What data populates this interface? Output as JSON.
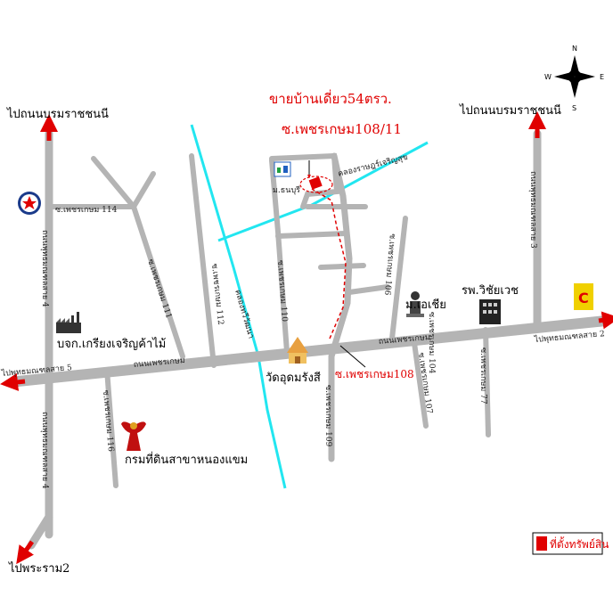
{
  "title_line1": "ขายบ้านเดี่ยว54ตรว.",
  "title_line2": "ซ.เพชรเกษม108/11",
  "labels": {
    "top_left_dest": "ไปถนนบรมราชชนนี",
    "top_right_dest": "ไปถนนบรมราชชนนี",
    "left_dest": "ไปพุทธมณฑลสาย 5",
    "right_dest": "ไปพุทธมณฑลสาย 2",
    "bottom_left_dest": "ไปพระราม2",
    "soi_114": "ซ.เพชรเกษม 114",
    "main_road_left": "ถนนเพชรเกษม",
    "main_road_right": "ถนนเพชรเกษม",
    "company": "บจก.เกรียงเจริญค้าไม้",
    "land_office": "กรมที่ดินสาขาหนองแขม",
    "temple": "วัดอุดมรังสี",
    "soi_108": "ซ.เพชรเกษม108",
    "village": "ม.ธนบุรี",
    "canal_top": "คลองราษฎร์เจริญสุข",
    "asia": "ม.เอเชีย",
    "hospital": "รพ.วิชัยเวช",
    "legend": "ที่ตั้งทรัพย์สิน"
  },
  "road_labels_vertical": {
    "putt4": "ถนนพุทธมณฑลสาย 4",
    "putt3": "ถนนพุทธมณฑลสาย 3",
    "soi_111": "ซ.เพชรเกษม 111",
    "soi_112": "ซ.เพชรเกษม 112",
    "canal": "คลองทวีวัฒนา",
    "soi_110": "ซ.เพชรเกษม 110",
    "soi_106": "ซ.เพชรเกษม 106",
    "soi_109": "ซ.เพชรเกษม 109",
    "soi_116": "ซ.เพชรเกษม 116",
    "soi_107": "ซ.เพชรเกษม 107",
    "soi_104": "ซ.เพชรเกษม 104",
    "soi_77": "ซ.เพชรเกษม 77"
  },
  "compass": {
    "n": "N",
    "s": "S",
    "e": "E",
    "w": "W"
  },
  "colors": {
    "road": "#b4b4b4",
    "canal": "#22e6f0",
    "arrow_red": "#e00000",
    "title_red": "#e00000",
    "property": "#e00000"
  }
}
